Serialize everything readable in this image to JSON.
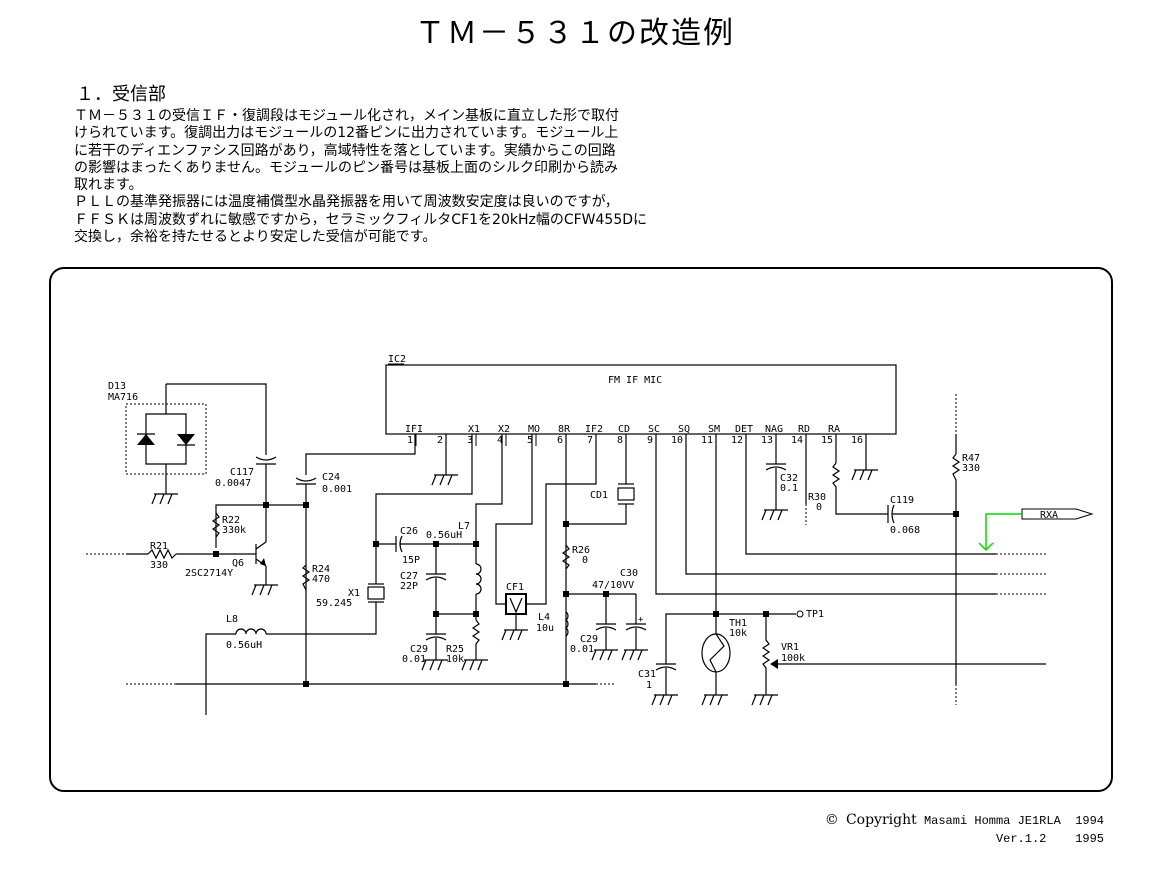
{
  "page": {
    "title": "ＴＭ－５３１の改造例",
    "section_heading": "１．受信部",
    "paragraph_lines": [
      "ＴＭ－５３１の受信ＩＦ・復調段はモジュール化され，メイン基板に直立した形で取付",
      "けられています。復調出力はモジュールの12番ピンに出力されています。モジュール上",
      "に若干のディエンファシス回路があり，高域特性を落としています。実績からこの回路",
      "の影響はまったくありません。モジュールのピン番号は基板上面のシルク印刷から読み",
      "取れます。",
      "ＰＬＬの基準発振器には温度補償型水晶発振器を用いて周波数安定度は良いのですが，",
      "ＦＦＳＫは周波数ずれに敏感ですから，セラミックフィルタCF1を20kHz幅のCFW455Dに",
      "交換し，余裕を持たせるとより安定した受信が可能です。"
    ]
  },
  "schematic": {
    "ic": {
      "ref": "IC2",
      "name": "FM IF MIC",
      "pins": [
        {
          "num": "1",
          "label": "IFI"
        },
        {
          "num": "2",
          "label": ""
        },
        {
          "num": "3",
          "label": "X1"
        },
        {
          "num": "4",
          "label": "X2"
        },
        {
          "num": "5",
          "label": "MO"
        },
        {
          "num": "6",
          "label": "8R"
        },
        {
          "num": "7",
          "label": "IF2"
        },
        {
          "num": "8",
          "label": "CD"
        },
        {
          "num": "9",
          "label": "SC"
        },
        {
          "num": "10",
          "label": "SQ"
        },
        {
          "num": "11",
          "label": "SM"
        },
        {
          "num": "12",
          "label": "DET"
        },
        {
          "num": "13",
          "label": "NAG"
        },
        {
          "num": "14",
          "label": "RD"
        },
        {
          "num": "15",
          "label": "RA"
        },
        {
          "num": "16",
          "label": ""
        }
      ]
    },
    "components": {
      "d13": {
        "ref": "D13",
        "value": "MA716"
      },
      "c117": {
        "ref": "C117",
        "value": "0.0047"
      },
      "c24": {
        "ref": "C24",
        "value": "0.001"
      },
      "r22": {
        "ref": "R22",
        "value": "330k"
      },
      "r21": {
        "ref": "R21",
        "value": "330"
      },
      "q6": {
        "ref": "Q6",
        "value": "2SC2714Y"
      },
      "r24": {
        "ref": "R24",
        "value": "470"
      },
      "x1": {
        "ref": "X1",
        "value": "59.245"
      },
      "l8": {
        "ref": "L8",
        "value": "0.56uH"
      },
      "c26": {
        "ref": "C26",
        "value": "15P"
      },
      "l7": {
        "ref": "L7",
        "value": "0.56uH"
      },
      "c27": {
        "ref": "C27",
        "value": "22P"
      },
      "c29a": {
        "ref": "C29",
        "value": "0.01"
      },
      "r25": {
        "ref": "R25",
        "value": "10k"
      },
      "cf1": {
        "ref": "CF1",
        "value": ""
      },
      "cd1": {
        "ref": "CD1",
        "value": ""
      },
      "r26": {
        "ref": "R26",
        "value": "0"
      },
      "c30": {
        "ref": "C30",
        "value": "47/10VV"
      },
      "l4": {
        "ref": "L4",
        "value": "10u"
      },
      "c29b": {
        "ref": "C29",
        "value": "0.01"
      },
      "c31": {
        "ref": "C31",
        "value": "1"
      },
      "th1": {
        "ref": "TH1",
        "value": "10k"
      },
      "vr1": {
        "ref": "VR1",
        "value": "100k"
      },
      "tp1": {
        "ref": "TP1",
        "value": ""
      },
      "c32": {
        "ref": "C32",
        "value": "0.1"
      },
      "r30": {
        "ref": "R30",
        "value": "0"
      },
      "c119": {
        "ref": "C119",
        "value": "0.068"
      },
      "r47": {
        "ref": "R47",
        "value": "330"
      }
    },
    "net_labels": {
      "rxa": "RXA"
    },
    "colors": {
      "wire": "#000000",
      "modification_arrow": "#00dd00"
    }
  },
  "footer": {
    "copyright_symbol": "©",
    "copyright_word": "Copyright",
    "author": "Masami Homma JE1RLA",
    "year1": "1994",
    "version": "Ver.1.2",
    "year2": "1995"
  }
}
